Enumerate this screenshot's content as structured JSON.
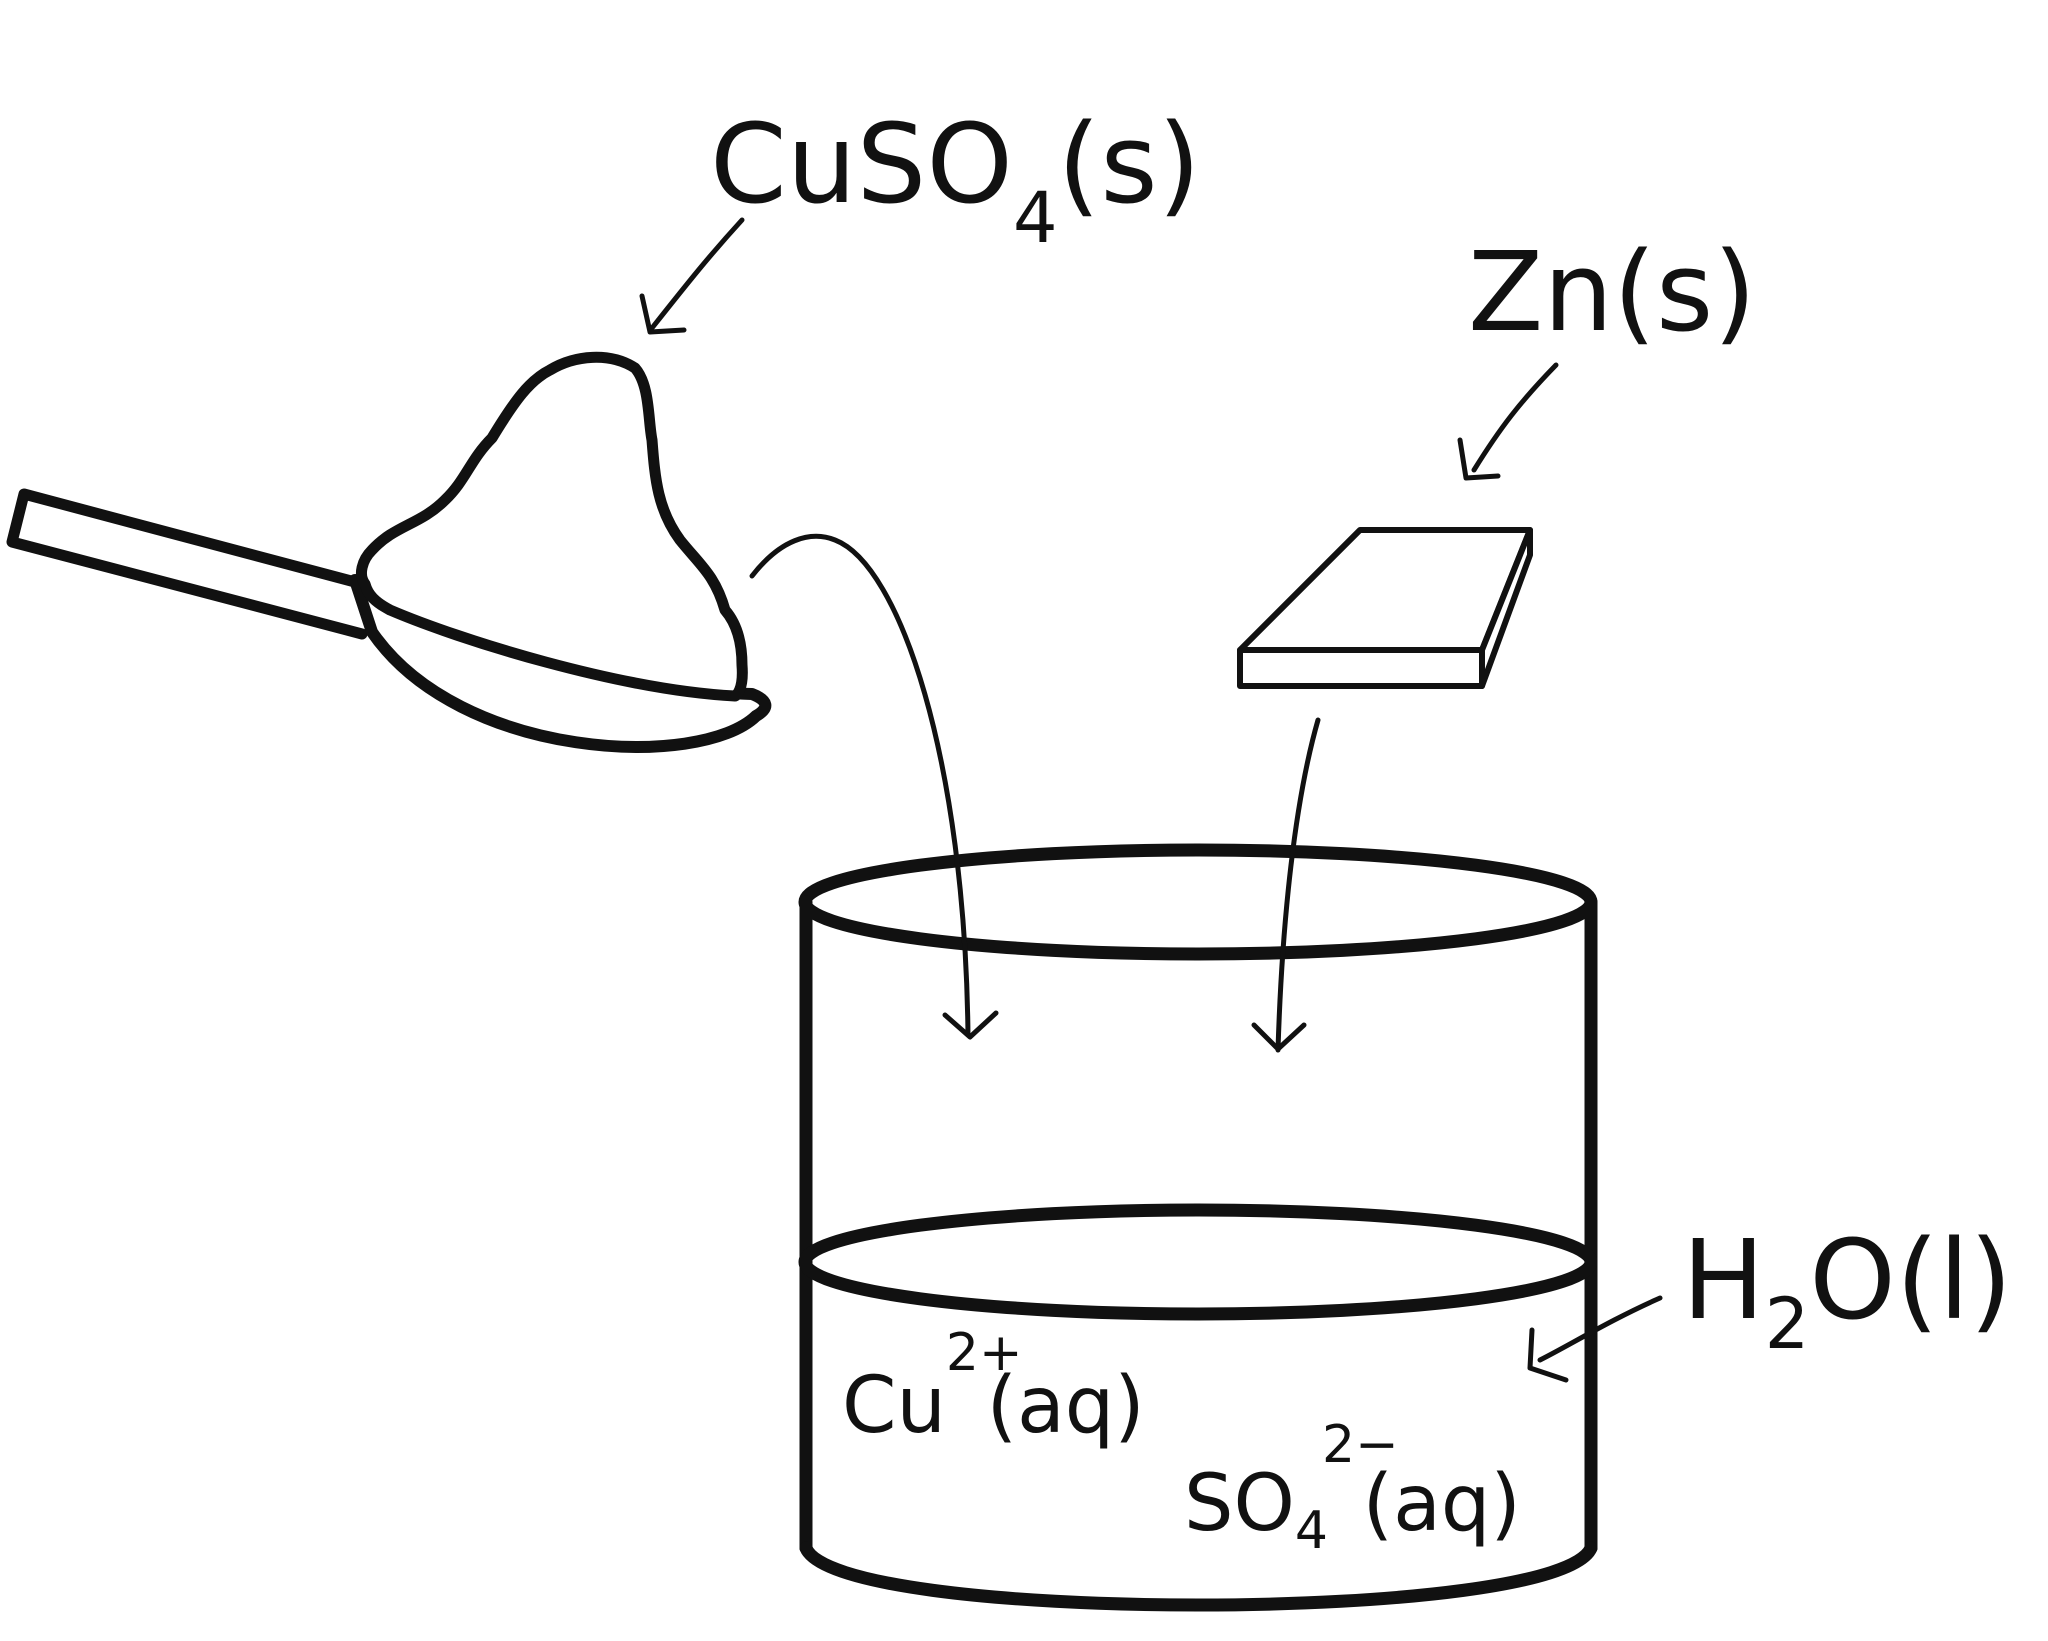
{
  "labels": {
    "cuso4": {
      "main": "CuSO",
      "sub": "4",
      "tail": "(s)"
    },
    "zn": {
      "text": "Zn(s)"
    },
    "h2o": {
      "h": "H",
      "sub": "2",
      "tail": "O(l)"
    },
    "cu_ion": {
      "main": "Cu",
      "sup": "2+",
      "tail": "(aq)"
    },
    "so4_ion": {
      "main": "SO",
      "sub": "4",
      "sup": "2−",
      "tail": "(aq)"
    }
  },
  "colors": {
    "ink": "#111111",
    "background": "#ffffff"
  }
}
